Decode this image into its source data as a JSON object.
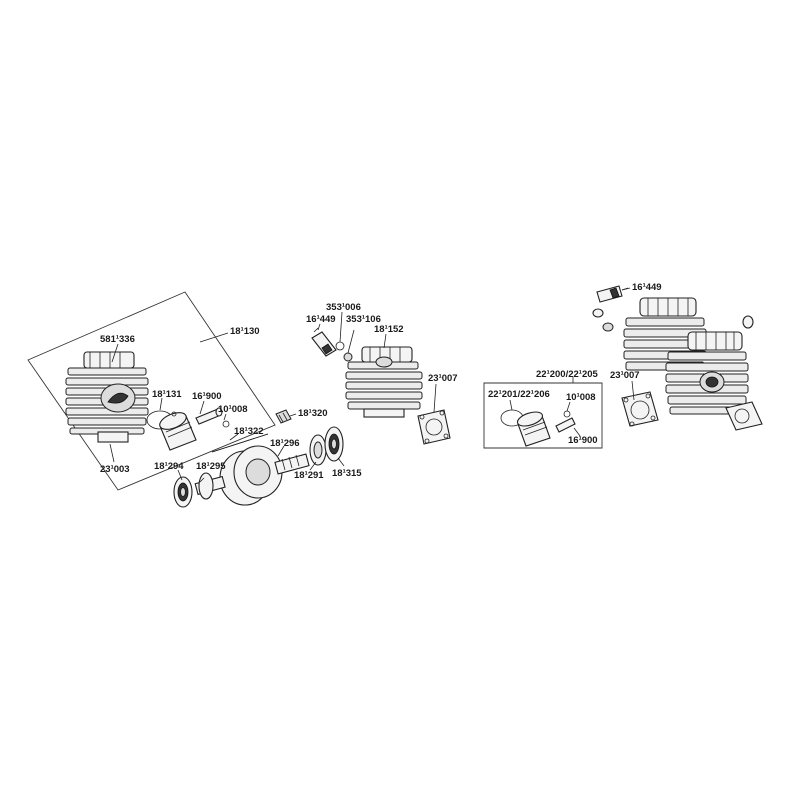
{
  "diagram": {
    "labels": {
      "l_581336": "581¹336",
      "l_18130": "18¹130",
      "l_18131": "18¹131",
      "l_16900a": "16¹900",
      "l_10008a": "10¹008",
      "l_23003": "23¹003",
      "l_18320": "18¹320",
      "l_18322": "18¹322",
      "l_18296": "18¹296",
      "l_18294": "18¹294",
      "l_18295": "18¹295",
      "l_18291": "18¹291",
      "l_18315": "18¹315",
      "l_353006": "353¹006",
      "l_16449a": "16¹449",
      "l_353106": "353¹106",
      "l_18152": "18¹152",
      "l_23007a": "23¹007",
      "l_22200": "22¹200/22¹205",
      "l_22201": "22¹201/22¹206",
      "l_10008b": "10¹008",
      "l_16900b": "16¹900",
      "l_16449b": "16¹449",
      "l_23007b": "23¹007"
    }
  }
}
